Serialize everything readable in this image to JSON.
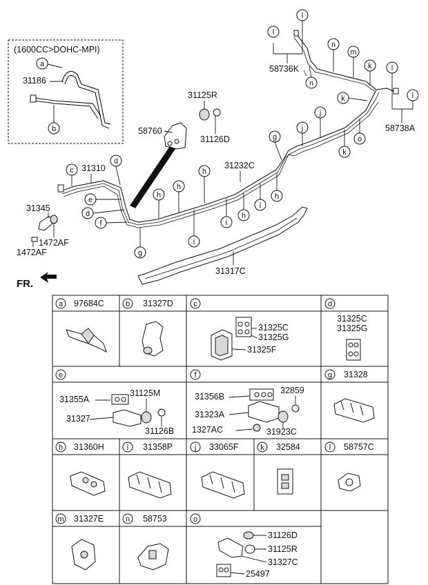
{
  "inset": {
    "title": "(1600CC>DOHC-MPI)"
  },
  "main_labels": {
    "p31186": "31186",
    "p31125R": "31125R",
    "p58760": "58760",
    "p31126D": "31126D",
    "p58736K": "58736K",
    "p58738A": "58738A",
    "p31310": "31310",
    "p31232C": "31232C",
    "p31345": "31345",
    "p1472AF_a": "1472AF",
    "p1472AF_b": "1472AF",
    "p31317C": "31317C",
    "fr": "FR."
  },
  "callout_letters": {
    "a": "a",
    "b": "b",
    "c": "c",
    "d": "d",
    "e": "e",
    "f": "f",
    "g": "g",
    "h": "h",
    "i": "i",
    "j": "j",
    "k": "k",
    "l": "l",
    "m": "m",
    "n": "n",
    "o": "o"
  },
  "table": {
    "row1": {
      "a_part": "97684C",
      "b_part": "31327D",
      "c_parts": [
        "31325C",
        "31325G",
        "31325F"
      ],
      "d_parts": [
        "31325C",
        "31325G"
      ]
    },
    "row2": {
      "e_parts": [
        "31355A",
        "31125M",
        "31327",
        "31126B"
      ],
      "f_parts": [
        "31356B",
        "32859",
        "31323A",
        "1327AC",
        "31923C"
      ],
      "g_part": "31328"
    },
    "row3": {
      "h_part": "31360H",
      "i_part": "31358P",
      "j_part": "33065F",
      "k_part": "32584",
      "l_part": "58757C"
    },
    "row4": {
      "m_part": "31327E",
      "n_part": "58753",
      "o_parts": [
        "31126D",
        "31125R",
        "31327C",
        "25497"
      ]
    }
  }
}
